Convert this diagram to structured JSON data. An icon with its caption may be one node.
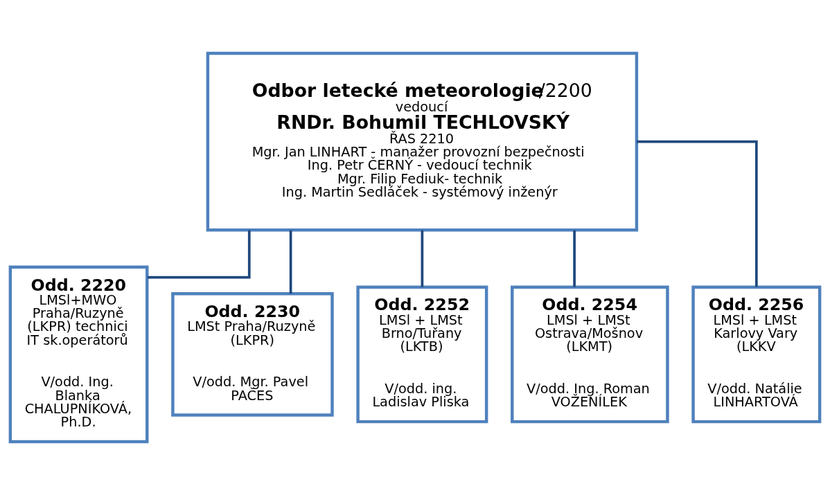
{
  "diagram": {
    "nodes": [
      {
        "text": [
          "**Odbor letecké meteorologie**/2200",
          "vedoucí",
          "RNDr. Bohumil TECHLOVSKÝ",
          "ŘAS 2210",
          "Mgr. Jan LINHART - manažer provozní bezpečnosti",
          "Ing. Petr ČERNÝ - vedoucí technik",
          "Mgr. Filip Fediuk- technik",
          "Ing. Martin Sedláček - systémový inženýr"
        ]
      },
      {
        "text": [
          "Odd. 2220",
          "LMSl+MWO Praha/Ruzyně (LKPR) technici IT sk.operátorů",
          "V/odd. Ing. Blanka CHALUPNÍKOVÁ, Ph.D."
        ]
      },
      {
        "text": [
          "Odd. 2230",
          "LMSt Praha/Ruzyně (LKPR)",
          "V/odd. Mgr. Pavel PAČES"
        ]
      },
      {
        "text": [
          "Odd. 2252",
          "LMSl + LMSt Brno/Tuřany (LKTB)",
          "V/odd. ing. Ladislav Pliska"
        ]
      },
      {
        "text": [
          "Odd. 2254",
          "LMSl + LMSt Ostrava/Mošnov (LKMT)",
          "V/odd. Ing. Roman VOŽENÍLEK"
        ]
      },
      {
        "text": [
          "Odd. 2256",
          "LMSl + LMSt Karlovy Vary (LKKV",
          "V/odd. Natálie LINHARTOVÁ"
        ]
      }
    ],
    "edges": [
      {
        "from": 0,
        "to": 1,
        "arrow": "none"
      },
      {
        "from": 0,
        "to": 2,
        "arrow": "none"
      },
      {
        "from": 0,
        "to": 3,
        "arrow": "none"
      },
      {
        "from": 0,
        "to": 4,
        "arrow": "none"
      },
      {
        "from": 0,
        "to": 5,
        "arrow": "none"
      }
    ]
  }
}
